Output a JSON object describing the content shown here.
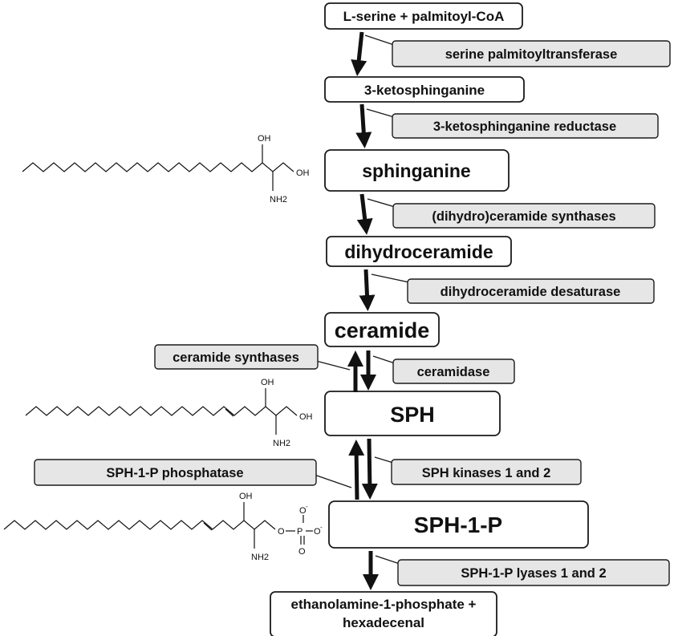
{
  "metabolites": {
    "serine_palmitoyl_coa": "L-serine + palmitoyl-CoA",
    "ketosphinganine": "3-ketosphinganine",
    "sphinganine": "sphinganine",
    "dihydroceramide": "dihydroceramide",
    "ceramide": "ceramide",
    "sph": "SPH",
    "sph1p": "SPH-1-P",
    "products_line1": "ethanolamine-1-phosphate +",
    "products_line2": "hexadecenal"
  },
  "enzymes": {
    "spt": "serine palmitoyltransferase",
    "ksr": "3-ketosphinganine reductase",
    "cers_dihydro": "(dihydro)ceramide synthases",
    "desaturase": "dihydroceramide desaturase",
    "cers": "ceramide synthases",
    "ceramidase": "ceramidase",
    "sphk": "SPH kinases 1 and 2",
    "sph1p_phosphatase": "SPH-1-P phosphatase",
    "lyase": "SPH-1-P lyases 1 and 2"
  },
  "structures": {
    "sphinganine": {
      "oh_top": "OH",
      "oh_end": "OH",
      "nh2": "NH2"
    },
    "sph": {
      "oh_top": "OH",
      "oh_end": "OH",
      "nh2": "NH2"
    },
    "sph1p": {
      "oh_top": "OH",
      "nh2": "NH2",
      "o_ester": "O",
      "p": "P",
      "o_minus_top": "O",
      "o_minus_right": "O",
      "o_double": "O",
      "minus": "-"
    }
  },
  "colors": {
    "enzyme_fill": "#e6e6e6",
    "box_fill": "#ffffff",
    "stroke": "#1a1a1a"
  }
}
